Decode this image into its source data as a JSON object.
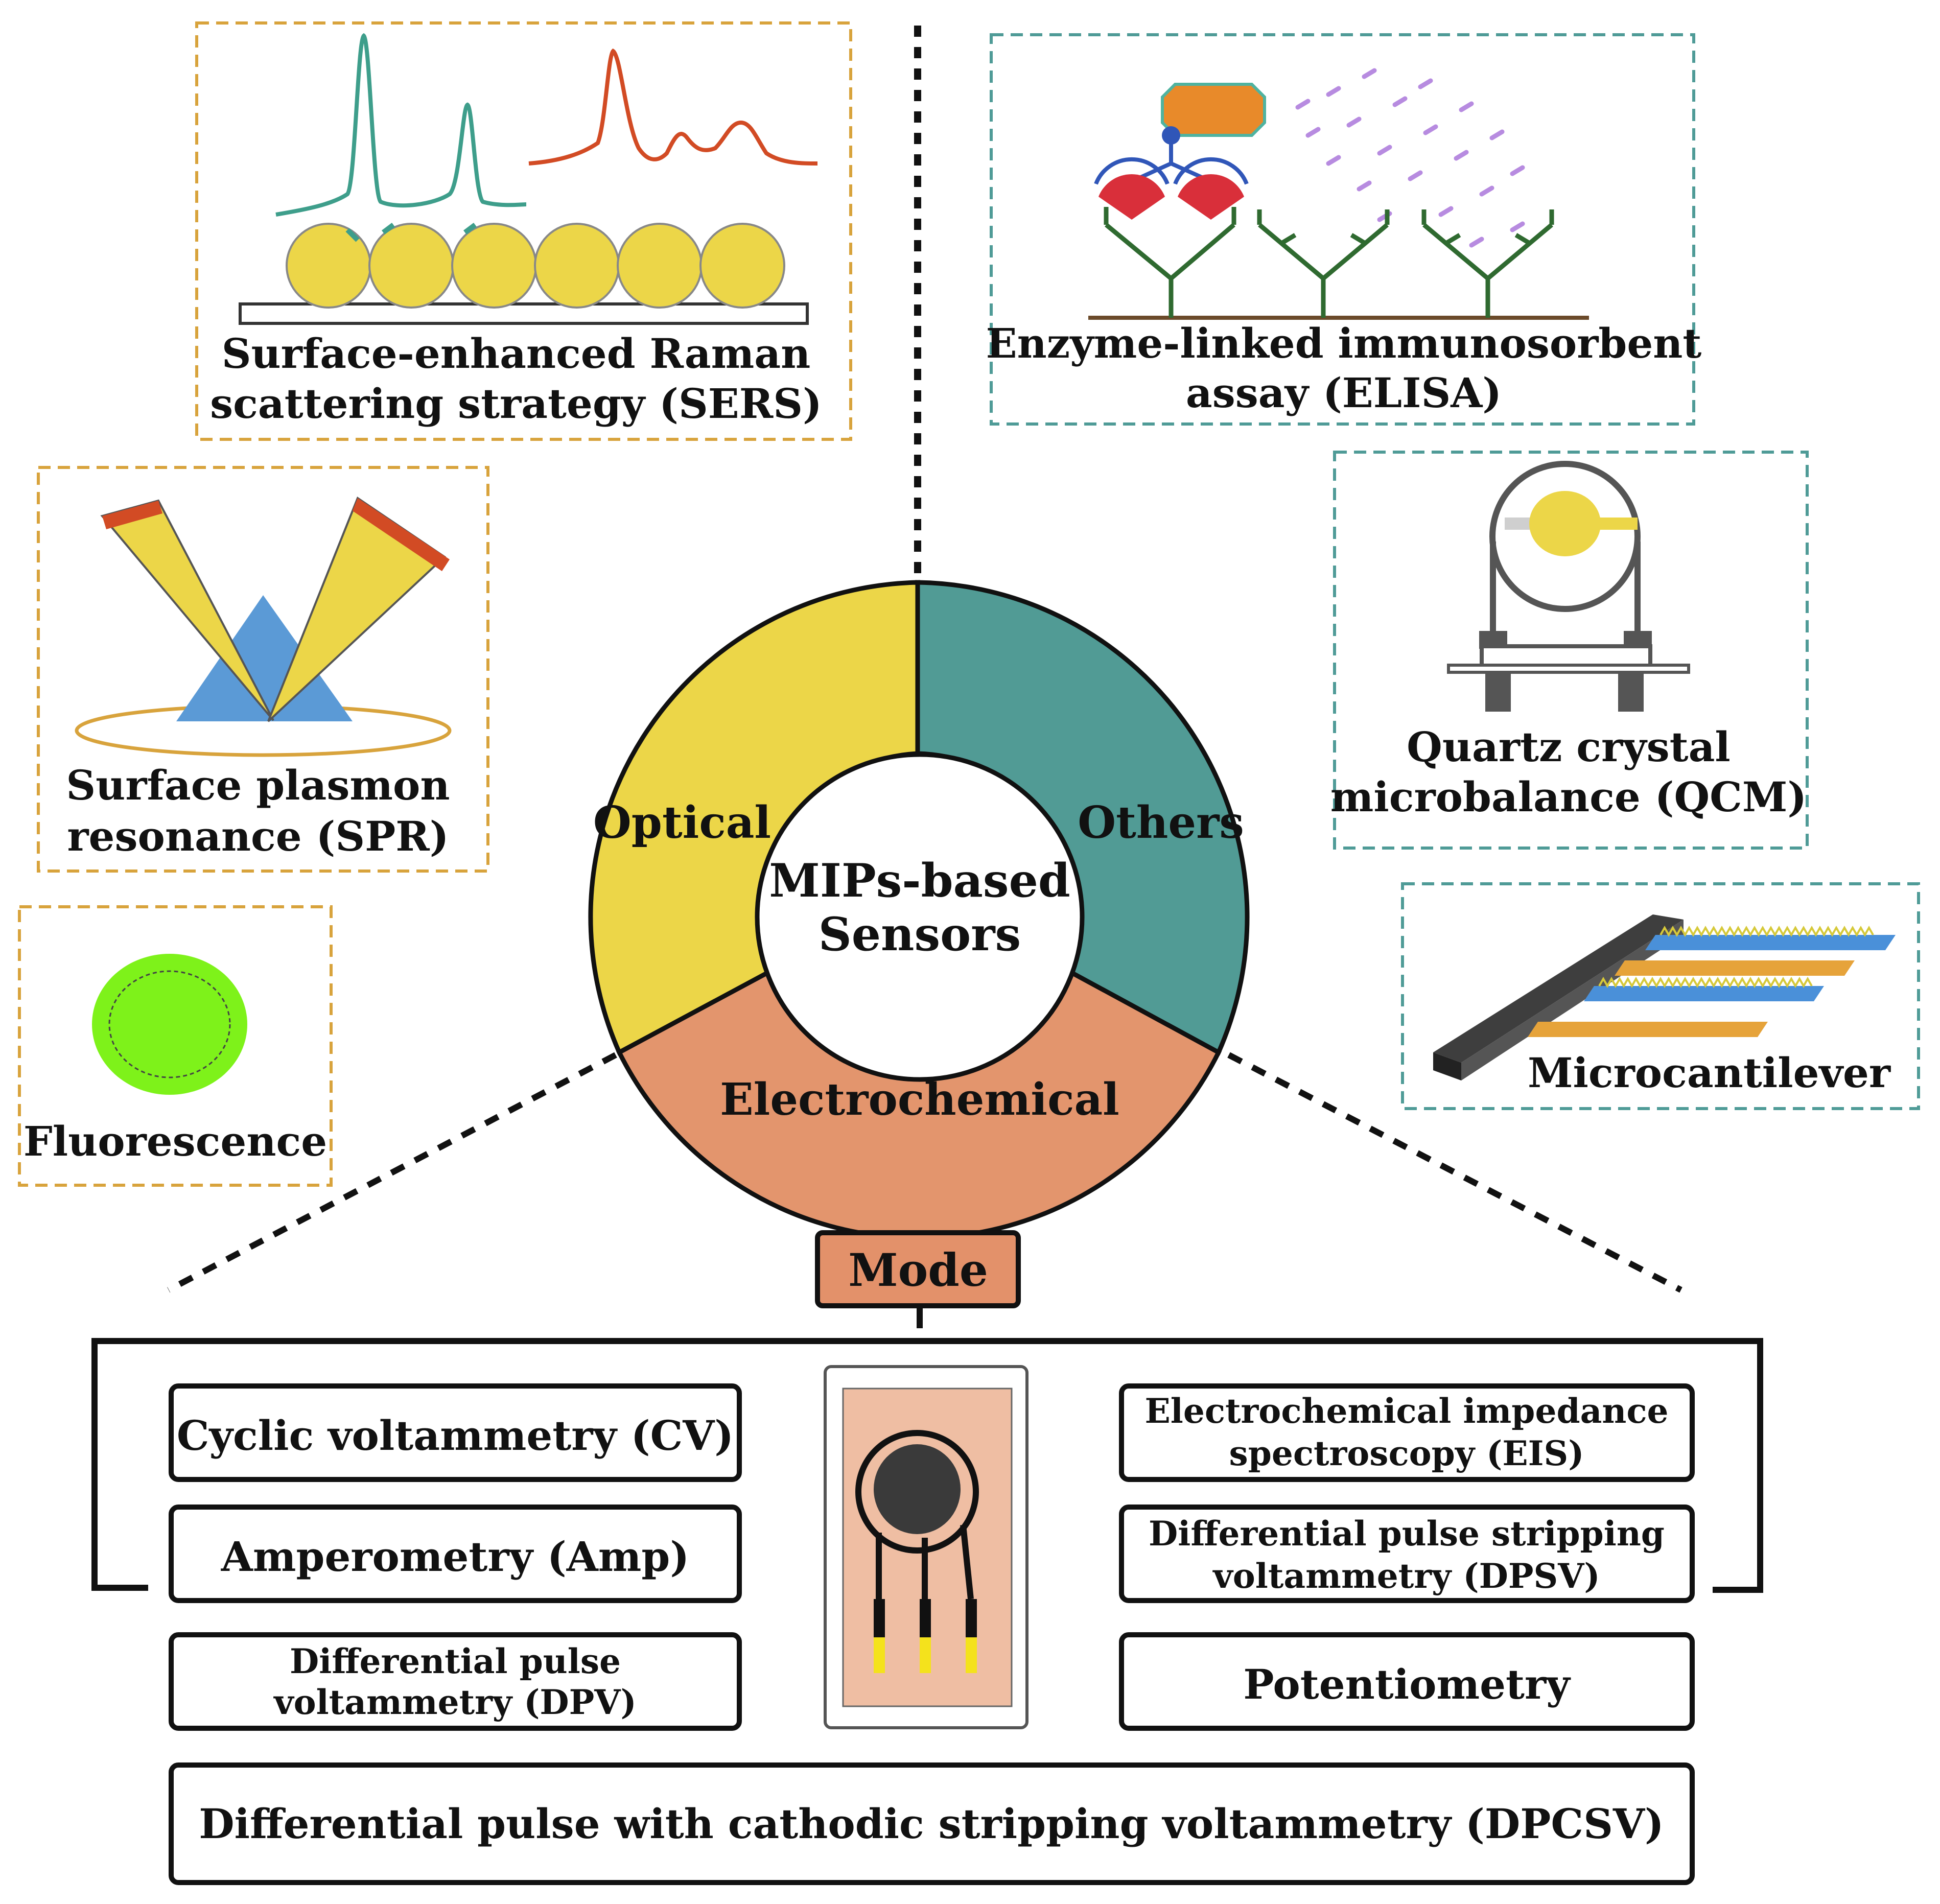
{
  "colors": {
    "optical": "#ecd648",
    "others": "#519b95",
    "electrochemical": "#e3956d",
    "optical_border": "#d8a33c",
    "others_border": "#4f9b97",
    "mode_fill": "#e3916a",
    "electrode_bg": "#efbea3",
    "fluorescence": "#7ef21a"
  },
  "wheel": {
    "optical": "Optical",
    "others": "Others",
    "electrochemical": "Electrochemical",
    "center_line1": "MIPs-based",
    "center_line2": "Sensors"
  },
  "optical_methods": {
    "sers": {
      "line1": "Surface-enhanced Raman",
      "line2": "scattering strategy (SERS)",
      "icon": "raman-spectrum-icon"
    },
    "spr": {
      "line1": "Surface plasmon",
      "line2": "resonance (SPR)",
      "icon": "prism-icon"
    },
    "fluorescence": {
      "line1": "Fluorescence",
      "icon": "fluorescent-dot-icon"
    }
  },
  "other_methods": {
    "elisa": {
      "line1": "Enzyme-linked immunosorbent",
      "line2": "assay (ELISA)",
      "icon": "antibody-icon"
    },
    "qcm": {
      "line1": "Quartz crystal",
      "line2": "microbalance (QCM)",
      "icon": "crystal-holder-icon"
    },
    "cantilever": {
      "line1": "Microcantilever",
      "icon": "cantilever-icon"
    }
  },
  "mode": {
    "label": "Mode",
    "cv": "Cyclic voltammetry (CV)",
    "amp": "Amperometry (Amp)",
    "dpv_line1": "Differential pulse",
    "dpv_line2": "voltammetry (DPV)",
    "eis_line1": "Electrochemical impedance",
    "eis_line2": "spectroscopy (EIS)",
    "dpsv_line1": "Differential pulse stripping",
    "dpsv_line2": "voltammetry (DPSV)",
    "potentiometry": "Potentiometry",
    "dpcsv": "Differential pulse with cathodic stripping voltammetry (DPCSV)",
    "electrode_icon": "screen-printed-electrode-icon"
  }
}
